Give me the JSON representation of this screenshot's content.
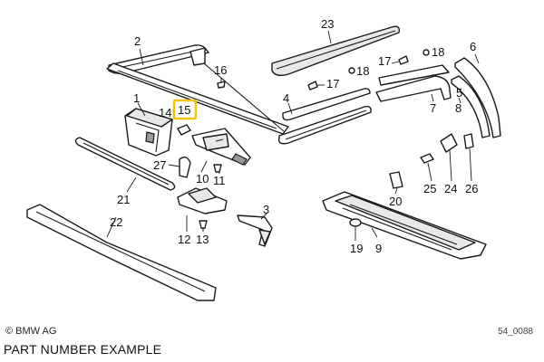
{
  "colors": {
    "highlight": "#f4c20d",
    "line": "#1a1a1a",
    "background": "#ffffff"
  },
  "labels": {
    "p1": "1",
    "p2": "2",
    "p3": "3",
    "p4": "4",
    "p5": "5",
    "p6": "6",
    "p7": "7",
    "p8": "8",
    "p9": "9",
    "p10": "10",
    "p11": "11",
    "p12": "12",
    "p13": "13",
    "p14": "14",
    "p15": "15",
    "p16": "16",
    "p17a": "17",
    "p17b": "17",
    "p18a": "18",
    "p18b": "18",
    "p19": "19",
    "p20": "20",
    "p21": "21",
    "p22": "22",
    "p23": "23",
    "p24": "24",
    "p25": "25",
    "p26": "26",
    "p27": "27"
  },
  "footer": {
    "copyright": "© BMW AG",
    "drawing_code": "54_0088",
    "caption": "PART NUMBER EXAMPLE"
  }
}
